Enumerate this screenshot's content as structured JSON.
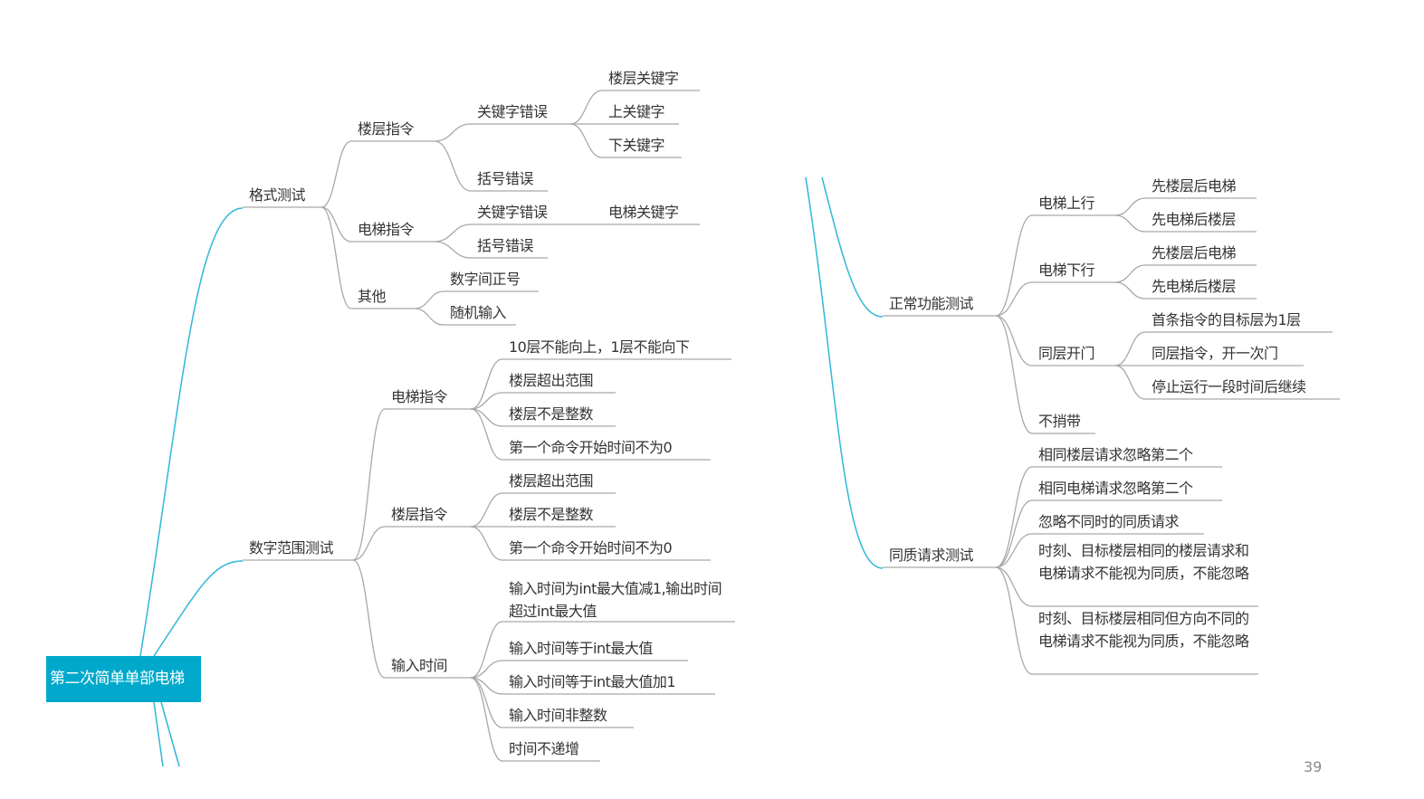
{
  "root": "第二次简单单部电梯",
  "page_number": "39",
  "colors": {
    "root": "#00a9cb",
    "main_branch": "#2fb7d6",
    "sub_branch": "#a8a8a8"
  },
  "branches": [
    {
      "label": "格式测试",
      "children": [
        {
          "label": "楼层指令",
          "children": [
            {
              "label": "关键字错误",
              "children": [
                {
                  "label": "楼层关键字"
                },
                {
                  "label": "上关键字"
                },
                {
                  "label": "下关键字"
                }
              ]
            },
            {
              "label": "括号错误"
            }
          ]
        },
        {
          "label": "电梯指令",
          "children": [
            {
              "label": "关键字错误",
              "children": [
                {
                  "label": "电梯关键字"
                }
              ]
            },
            {
              "label": "括号错误"
            }
          ]
        },
        {
          "label": "其他",
          "children": [
            {
              "label": "数字间正号"
            },
            {
              "label": "随机输入"
            }
          ]
        }
      ]
    },
    {
      "label": "数字范围测试",
      "children": [
        {
          "label": "电梯指令",
          "children": [
            {
              "label": "10层不能向上，1层不能向下"
            },
            {
              "label": "楼层超出范围"
            },
            {
              "label": "楼层不是整数"
            },
            {
              "label": "第一个命令开始时间不为0"
            }
          ]
        },
        {
          "label": "楼层指令",
          "children": [
            {
              "label": "楼层超出范围"
            },
            {
              "label": "楼层不是整数"
            },
            {
              "label": "第一个命令开始时间不为0"
            }
          ]
        },
        {
          "label": "输入时间",
          "children": [
            {
              "label": "输入时间为int最大值减1,输出时间超过int最大值"
            },
            {
              "label": "输入时间等于int最大值"
            },
            {
              "label": "输入时间等于int最大值加1"
            },
            {
              "label": "输入时间非整数"
            },
            {
              "label": "时间不递增"
            }
          ]
        }
      ]
    },
    {
      "label": "正常功能测试",
      "children": [
        {
          "label": "电梯上行",
          "children": [
            {
              "label": "先楼层后电梯"
            },
            {
              "label": "先电梯后楼层"
            }
          ]
        },
        {
          "label": "电梯下行",
          "children": [
            {
              "label": "先楼层后电梯"
            },
            {
              "label": "先电梯后楼层"
            }
          ]
        },
        {
          "label": "同层开门",
          "children": [
            {
              "label": "首条指令的目标层为1层"
            },
            {
              "label": "同层指令，开一次门"
            },
            {
              "label": "停止运行一段时间后继续"
            }
          ]
        },
        {
          "label": "不捎带"
        }
      ]
    },
    {
      "label": "同质请求测试",
      "children": [
        {
          "label": "相同楼层请求忽略第二个"
        },
        {
          "label": "相同电梯请求忽略第二个"
        },
        {
          "label": "忽略不同时的同质请求"
        },
        {
          "label": "时刻、目标楼层相同的楼层请求和电梯请求不能视为同质，不能忽略"
        },
        {
          "label": "时刻、目标楼层相同但方向不同的电梯请求不能视为同质，不能忽略"
        }
      ]
    }
  ]
}
